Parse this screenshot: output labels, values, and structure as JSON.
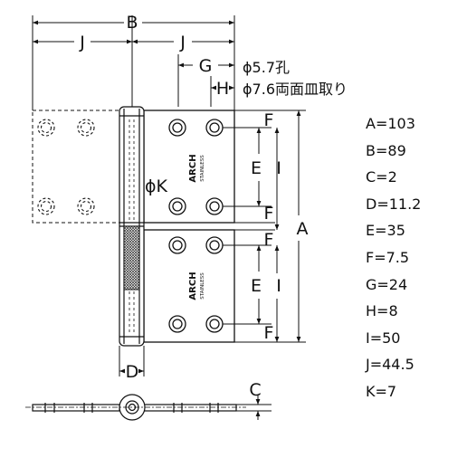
{
  "drawing": {
    "labels": {
      "B": "B",
      "J_left": "J",
      "J_right": "J",
      "G": "G",
      "H": "H",
      "F1": "F",
      "E1": "E",
      "F2": "F",
      "F3": "F",
      "E2": "E",
      "F4": "F",
      "I1": "I",
      "I2": "I",
      "A": "A",
      "D": "D",
      "C": "C",
      "phiK": "ϕK"
    },
    "hole_note_line1": "ϕ5.7孔",
    "hole_note_line2": "ϕ7.6両面皿取り",
    "brand_text": "ARCH",
    "brand_subtext": "STAINLESS"
  },
  "specs": [
    {
      "label": "A=103"
    },
    {
      "label": "B=89"
    },
    {
      "label": "C=2"
    },
    {
      "label": "D=11.2"
    },
    {
      "label": "E=35"
    },
    {
      "label": "F=7.5"
    },
    {
      "label": "G=24"
    },
    {
      "label": "H=8"
    },
    {
      "label": "I=50"
    },
    {
      "label": "J=44.5"
    },
    {
      "label": "K=7"
    }
  ],
  "colors": {
    "line": "#111111",
    "plate": "#ffffff",
    "knurl": "#444444"
  }
}
